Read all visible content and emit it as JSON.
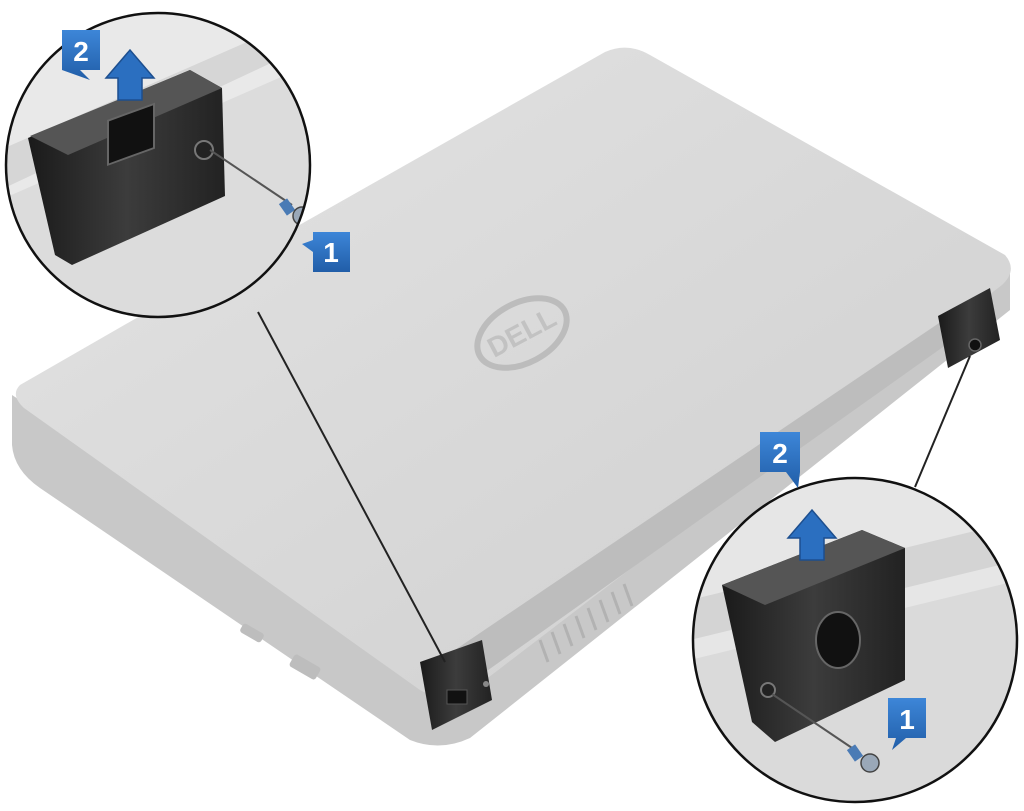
{
  "figure": {
    "brand_logo": "DELL",
    "callouts": [
      {
        "step": "1"
      },
      {
        "step": "2"
      },
      {
        "step": "2"
      },
      {
        "step": "1"
      }
    ]
  },
  "colors": {
    "badge_fill": "#2f74c5",
    "badge_dark": "#1d4f8f",
    "arrow_blue": "#2b6fc0",
    "chassis": "#d4d4d4",
    "hinge_cap": "#2a2a2a"
  },
  "icons": [
    "screw-icon",
    "up-arrow-icon",
    "ethernet-port-icon",
    "dc-power-port-icon",
    "dell-logo-icon"
  ]
}
